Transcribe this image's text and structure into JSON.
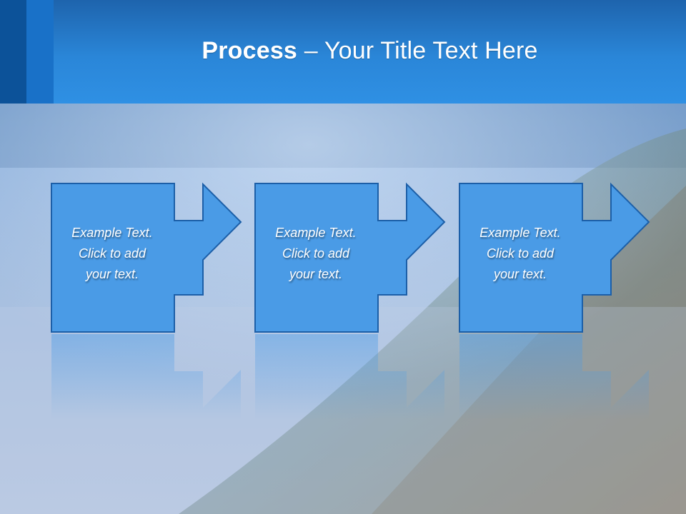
{
  "slide": {
    "title_bold": "Process",
    "title_rest": " – Your Title Text Here"
  },
  "steps": [
    {
      "lines": [
        "Example Text.",
        "Click  to add",
        "your text."
      ]
    },
    {
      "lines": [
        "Example Text.",
        "Click  to add",
        "your text."
      ]
    },
    {
      "lines": [
        "Example Text.",
        "Click  to add",
        "your text."
      ]
    }
  ],
  "colors": {
    "header": "#2a86d8",
    "shape_fill": "#4a9be6",
    "shape_border": "#1c5fa8",
    "text": "#ffffff"
  }
}
